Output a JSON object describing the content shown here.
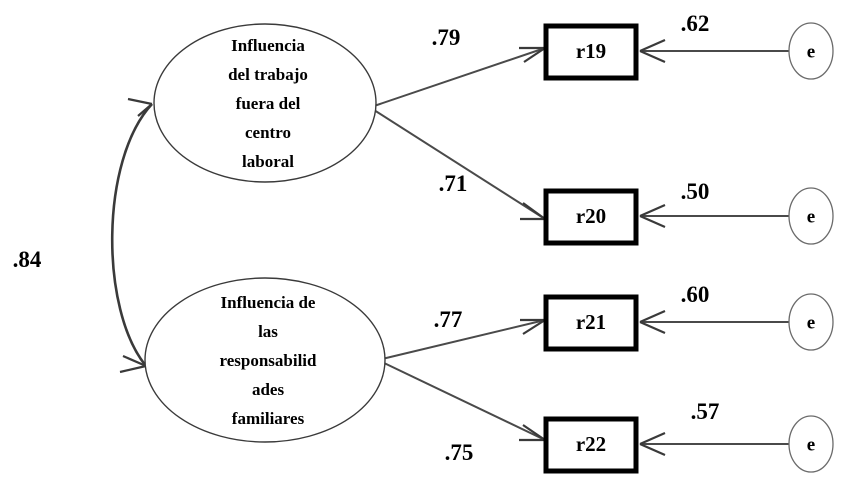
{
  "diagram": {
    "type": "structural-equation-model-path-diagram",
    "title": "",
    "latent_factors": [
      {
        "id": "factor-1",
        "label_lines": [
          "Influencia",
          "del trabajo",
          "fuera  del",
          "centro",
          "laboral"
        ],
        "shape": "ellipse"
      },
      {
        "id": "factor-2",
        "label_lines": [
          "Influencia de",
          "las",
          "responsabilid",
          "ades",
          "familiares"
        ],
        "shape": "ellipse"
      }
    ],
    "indicators": [
      {
        "id": "r19",
        "label": "r19",
        "loading": ".79",
        "error_label": "e",
        "error_value": ".62"
      },
      {
        "id": "r20",
        "label": "r20",
        "loading": ".71",
        "error_label": "e",
        "error_value": ".50"
      },
      {
        "id": "r21",
        "label": "r21",
        "loading": ".77",
        "error_label": "e",
        "error_value": ".60"
      },
      {
        "id": "r22",
        "label": "r22",
        "loading": ".75",
        "error_label": "e",
        "error_value": ".57"
      }
    ],
    "correlation": {
      "label": ".84",
      "between": [
        "factor-1",
        "factor-2"
      ],
      "style": "double-headed-curved-arrow"
    },
    "colors": {
      "background": "#ffffff",
      "box_stroke": "#000000",
      "ellipse_stroke": "#3a3a3a",
      "error_ellipse_stroke": "#6b6b6b",
      "path_stroke": "#4a4a4a",
      "text": "#000000"
    }
  }
}
